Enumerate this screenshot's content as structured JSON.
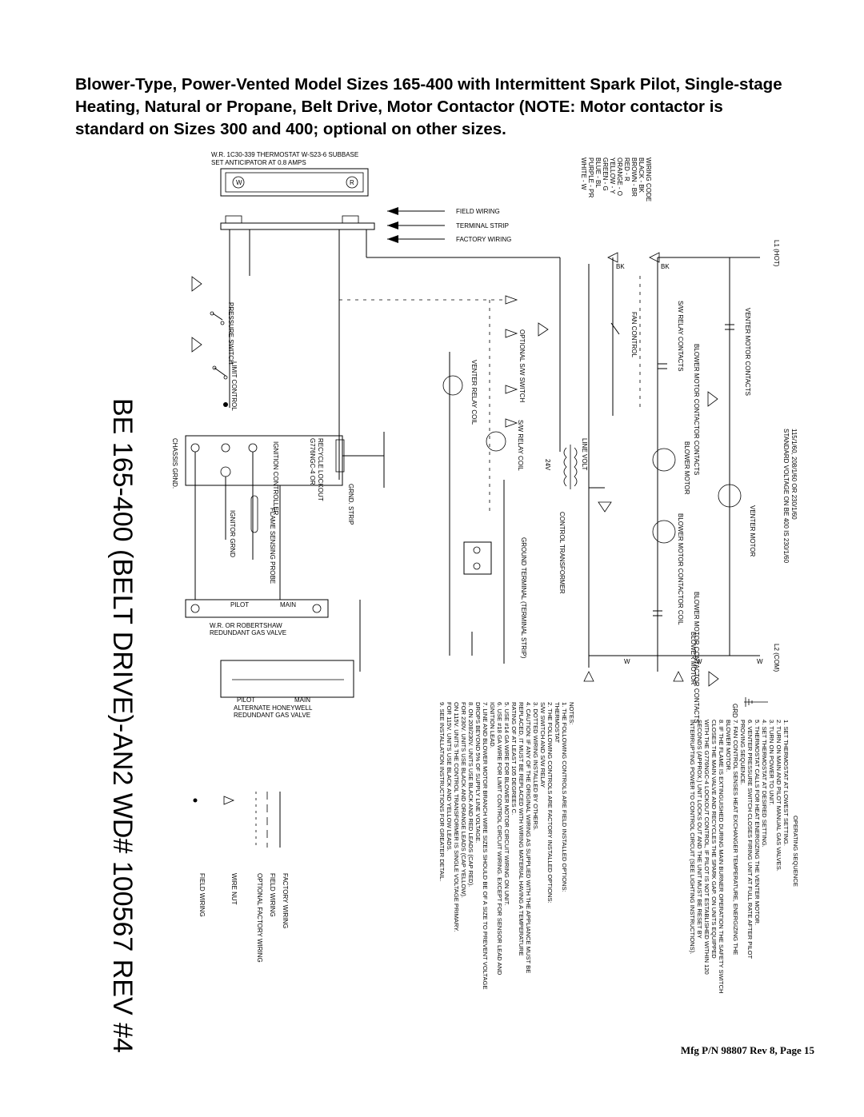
{
  "title": {
    "line1": "Blower-Type, Power-Vented Model Sizes 165-400 with Intermittent Spark Pilot, Single-stage",
    "line2": "Heating, Natural or Propane, Belt Drive, Motor Contactor (NOTE: Motor contactor is",
    "line3": "standard on Sizes 300 and 400; optional on other sizes."
  },
  "diagram": {
    "drawing_number": "BE 165-400 (BELT DRIVE)-AN2  WD# 100567  REV #4",
    "thermostat": {
      "line1": "W.R. 1C30-339 THERMOSTAT W-S23-6 SUBBASE",
      "line2": "SET ANTICIPATOR AT 0.8 AMPS",
      "terminal_w": "W",
      "terminal_r": "R"
    },
    "legend_arrows": [
      "FIELD WIRING",
      "TERMINAL STRIP",
      "FACTORY WIRING"
    ],
    "wiring_code": {
      "heading": "WIRING CODE",
      "entries": [
        "BLACK - BK",
        "BROWN - BR",
        "RED - R",
        "ORANGE - O",
        "YELLOW - Y",
        "GREEN - G",
        "BLUE - BL",
        "PURPLE - PR",
        "WHITE - W"
      ]
    },
    "labels": {
      "pressure_switch": "PRESSURE SWITCH",
      "limit_control": "LIMIT CONTROL",
      "optional_sw_switch": "OPTIONAL S/W SWITCH",
      "venter_relay_coil": "VENTER RELAY COIL",
      "sw_relay_coil": "S/W RELAY COIL",
      "line_volt": "LINE VOLT",
      "volt_24": "24V",
      "control_transformer": "CONTROL TRANSFORMER",
      "ground_terminal": "GROUND TERMINAL (TERMINAL STRIP)",
      "ignition_controller": "IGNITION CONTROLLER",
      "ignition_model": "G776NGC-4 OR",
      "ignition_recycle": "RECYCLE LOCKOUT",
      "flame_sensing_probe": "FLAME SENSING PROBE",
      "ignitor_grnd": "IGNITOR GRND",
      "chassis_grnd": "CHASSIS GRND.",
      "grnd_strip": "GRND. STRIP",
      "wr_gas_valve": "W.R. OR ROBERTSHAW",
      "redundant_gas_valve": "REDUNDANT GAS VALVE",
      "alt_honeywell": "ALTERNATE HONEYWELL",
      "alt_redundant": "REDUNDANT GAS VALVE",
      "pilot": "PILOT",
      "main": "MAIN",
      "venter_motor_contacts": "VENTER MOTOR CONTACTS",
      "sw_relay_contacts": "S/W RELAY CONTACTS",
      "fan_control": "FAN CONTROL",
      "blower_motor_contactor_contacts": "BLOWER MOTOR CONTACTOR CONTACTS",
      "blower_motor": "BLOWER MOTOR",
      "blower_motor_contactor_coil": "BLOWER MOTOR CONTACTOR COIL",
      "venter_motor": "VENTER MOTOR",
      "hot": "L1 (HOT)",
      "com": "L2 (COM)",
      "standard_voltage": "115/1/60, 208/1/60 OR 230/1/60",
      "standard_voltage2": "STANDARD VOLTAGE ON BE 400 IS 230/1/60",
      "grd": "GRD"
    },
    "notes": {
      "heading": "NOTES:",
      "items": [
        "1. THE FOLLOWING CONTROLS ARE FIELD INSTALLED OPTIONS:",
        "   THERMOSTAT",
        "2. THE FOLLOWING CONTROLS ARE FACTORY INSTALLED OPTIONS:",
        "   S/W SWITCH AND S/W RELAY",
        "3. DOTTED WIRING INSTALLED BY OTHERS.",
        "4. CAUTION: IF ANY OF THE ORIGINAL WIRING AS SUPPLIED WITH THE APPLIANCE MUST BE",
        "   REPLACED, IT MUST BE REPLACED WITH WIRING MATERIAL HAVING A TEMPERATURE",
        "   RATING OF AT LEAST 105 DEGREES C.",
        "5. USE #14 GA WIRE FOR BLOWER MOTOR CIRCUIT WIRING ON UNIT.",
        "6. USE #18 GA WIRE FOR LIMIT CONTROL CIRCUIT WIRING. EXCEPT FOR SENSOR LEAD AND",
        "   IGNITION LEAD.",
        "7. LINE AND BLOWER MOTOR BRANCH WIRE SIZES SHOULD BE OF A SIZE TO PREVENT VOLTAGE",
        "   DROPS BEYOND 5% OF SUPPLY LINE VOLTAGE.",
        "8. ON 208/230V. UNITS USE BLACK AND RED LEADS (CAP RED).",
        "   FOR 230V. UNITS USE BLACK AND ORANGE LEADS (CAP YELLOW).",
        "   ON 115V. UNITS THE CONTROL TRANSFORMER IS SINGLE VOLTAGE PRIMARY.",
        "   FOR 115V. UNITS USE BLACK AND YELLOW LEADS.",
        "9. SEE INSTALLATION INSTRUCTIONS FOR GREATER DETAIL."
      ]
    },
    "operating_sequence": {
      "heading": "OPERATING SEQUENCE",
      "items": [
        "1. SET THERMOSTAT AT LOWEST SETTING.",
        "2. TURN ON MAIN AND PILOT MANUAL GAS VALVES.",
        "3. TURN ON POWER TO UNIT.",
        "4. SET THERMOSTAT AT DESIRED SETTING.",
        "5. THERMOSTAT CALLS FOR HEAT ENERGIZING THE VENTER MOTOR.",
        "6. VENTER PRESSURE SWITCH CLOSES FIRING UNIT AT FULL RATE AFTER PILOT",
        "   PROVING SEQUENCE.",
        "7. FAN CONTROL SENSES HEAT EXCHANGER TEMPERATURE, ENERGIZING THE",
        "   BLOWER MOTOR.",
        "8. IF THE FLAME IS EXTINGUISHED DURING MAIN BURNER OPERATION THE SAFETY SWITCH",
        "   CLOSES THE MAIN VALVE AND RECYCLES THE SPARK GAP. ON UNITS EQUIPPED",
        "   WITH THE G776NGC-4 LOCKOUT CONTROL, IF PILOT IS NOT ESTABLISHED WITHIN 120",
        "   SECONDS (APPROX.) UNIT LOCKS OUT AND THE UNIT MUST BE RESET BY",
        "   INTERRUPTING POWER TO CONTROL CIRCUIT (SEE LIGHTING INSTRUCTIONS)."
      ]
    },
    "bottom_legend": [
      "FACTORY WIRING",
      "FIELD WIRING",
      "OPTIONAL FACTORY WIRING",
      "WIRE NUT",
      "FIELD WIRING"
    ]
  },
  "footer": "Mfg P/N 98807 Rev 8, Page 15"
}
